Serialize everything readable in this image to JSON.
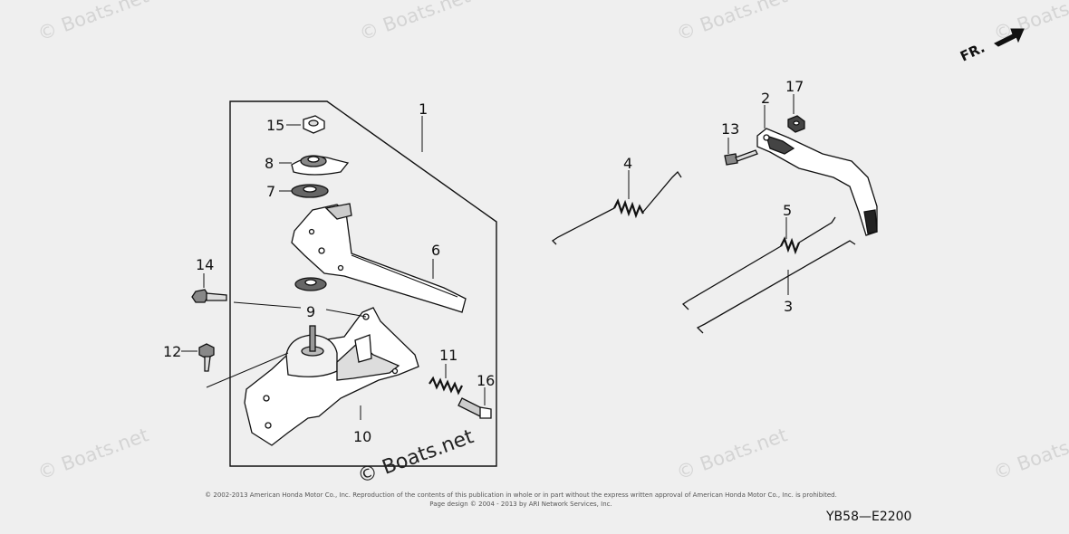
{
  "diagram": {
    "watermark_text": "© Boats.net",
    "main_watermark": "© Boats.net",
    "direction_label": "FR.",
    "diagram_code": "YB58—E2200",
    "copyright_line1": "© 2002-2013 American Honda Motor Co., Inc. Reproduction of the contents of this publication in whole or in part without the express written approval of American Honda Motor Co., Inc. is prohibited.",
    "copyright_line2": "Page design © 2004 - 2013 by ARI Network Services, Inc.",
    "callouts": [
      "1",
      "2",
      "3",
      "4",
      "5",
      "6",
      "7",
      "8",
      "9",
      "10",
      "11",
      "12",
      "13",
      "14",
      "15",
      "16",
      "17"
    ]
  }
}
